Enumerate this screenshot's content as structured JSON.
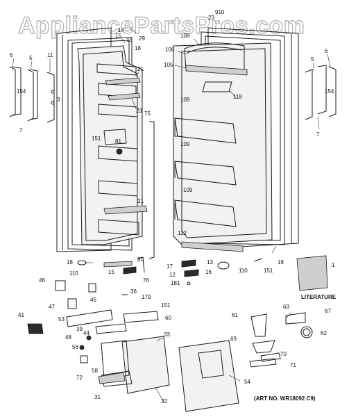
{
  "watermark": "AppliancePartsPros.com",
  "literature_label": "LITERATURE",
  "art_number": "(ART NO. WR18092 C9)",
  "labels": {
    "l910": "910",
    "l23": "23",
    "l14": "14",
    "l29": "29",
    "l19": "19",
    "l15a": "15",
    "l18a": "18",
    "l6a": "6",
    "l5a": "5",
    "l11": "11",
    "l154a": "154",
    "l3": "3",
    "l7a": "7",
    "l21a": "21",
    "l23b": "23",
    "l75": "75",
    "l151a": "151",
    "l81": "81",
    "l21b": "21",
    "l108": "108",
    "l106": "106",
    "l105": "105",
    "l118": "118",
    "l109a": "109",
    "l109b": "109",
    "l109c": "109",
    "l6b": "6",
    "l5b": "5",
    "l154b": "154",
    "l7b": "7",
    "l112": "112",
    "l18b": "18",
    "l18c": "18",
    "l110a": "110",
    "l15b": "15",
    "l80": "80",
    "l76": "76",
    "l13": "13",
    "l17": "17",
    "l16": "16",
    "l12": "12",
    "l181": "181",
    "l110b": "110",
    "l151b": "151",
    "l1": "1",
    "l46": "46",
    "l45": "45",
    "l36": "36",
    "l179": "179",
    "l151c": "151",
    "l47": "47",
    "l53": "53",
    "l60": "60",
    "l41": "41",
    "l39": "39",
    "l44": "44",
    "l48": "48",
    "l33": "33",
    "l56": "56",
    "l72": "72",
    "l58": "58",
    "l31": "31",
    "l32": "32",
    "l54": "54",
    "l61": "61",
    "l63": "63",
    "l67": "67",
    "l62": "62",
    "l69": "69",
    "l70": "70",
    "l71": "71"
  }
}
